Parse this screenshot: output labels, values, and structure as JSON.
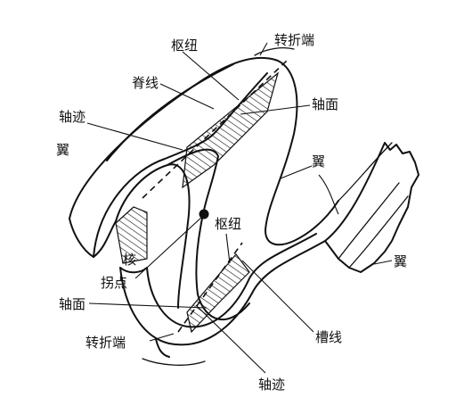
{
  "labels": {
    "hinge_top": "枢纽",
    "hinge_zone_top": "转折端",
    "crest_line": "脊线",
    "axial_trace_top": "轴迹",
    "axial_plane_top": "轴面",
    "limb_left": "翼",
    "limb_middle": "翼",
    "hinge_middle": "枢纽",
    "limb_right": "翼",
    "core": "核",
    "inflection_point": "拐点",
    "axial_plane_bottom": "轴面",
    "hinge_zone_bottom": "转折端",
    "trough_line": "槽线",
    "axial_trace_bottom": "轴迹"
  }
}
